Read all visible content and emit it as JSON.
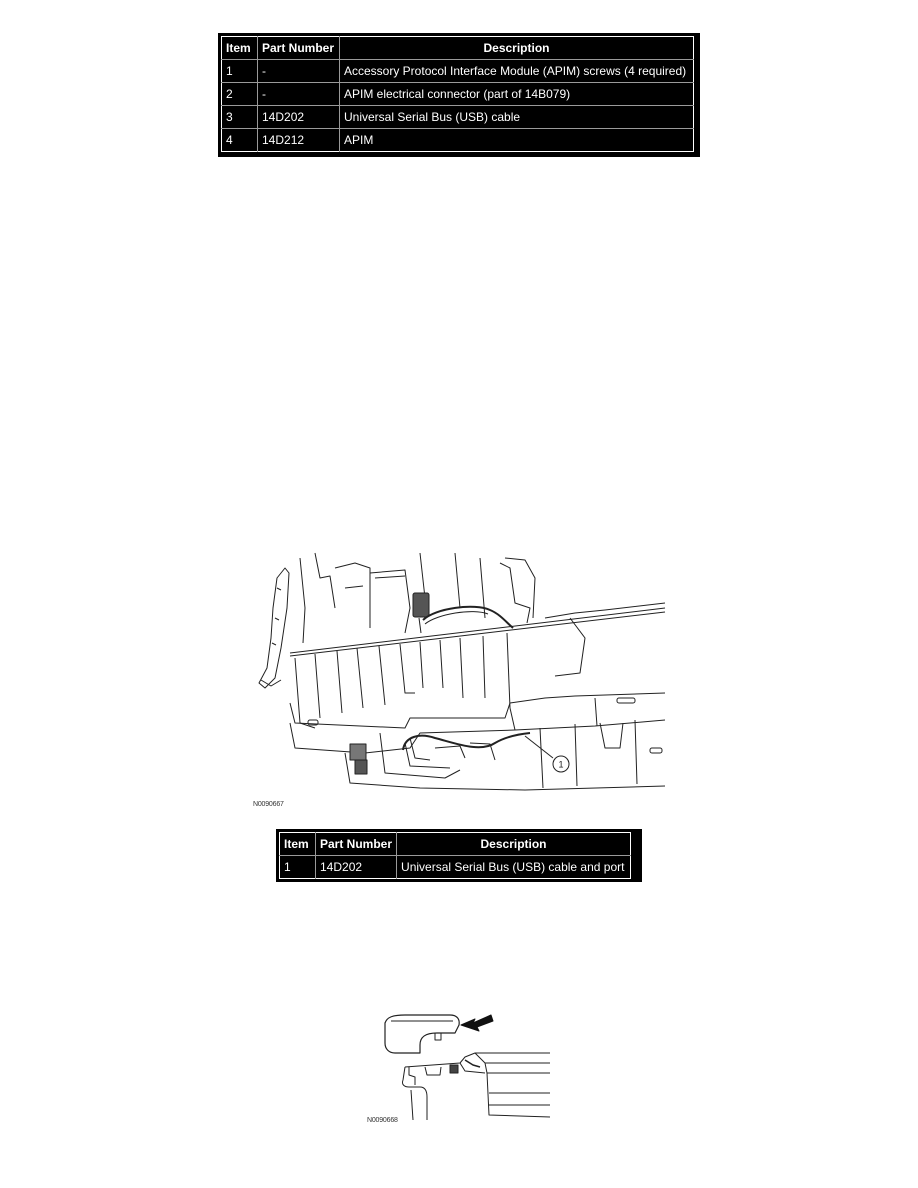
{
  "tables": [
    {
      "columns": [
        "Item",
        "Part Number",
        "Description"
      ],
      "rows": [
        {
          "item": "1",
          "part_number": "-",
          "description": "Accessory Protocol Interface Module (APIM) screws (4 required)"
        },
        {
          "item": "2",
          "part_number": "-",
          "description": "APIM electrical connector (part of 14B079)"
        },
        {
          "item": "3",
          "part_number": "14D202",
          "description": "Universal Serial Bus (USB) cable"
        },
        {
          "item": "4",
          "part_number": "14D212",
          "description": "APIM"
        }
      ]
    },
    {
      "columns": [
        "Item",
        "Part Number",
        "Description"
      ],
      "rows": [
        {
          "item": "1",
          "part_number": "14D202",
          "description": "Universal Serial Bus (USB) cable and port"
        }
      ]
    }
  ],
  "figures": [
    {
      "label": "N0090667",
      "callouts": [
        "1"
      ],
      "subject": "instrument-panel-underside-usb-cable"
    },
    {
      "label": "N0090668",
      "callouts": [],
      "subject": "usb-port-bezel-removal-arrow"
    }
  ],
  "colors": {
    "table_bg": "#000000",
    "table_text": "#ffffff",
    "table_grid": "#9a9a9a",
    "page_bg": "#ffffff",
    "line_art": "#222222"
  }
}
